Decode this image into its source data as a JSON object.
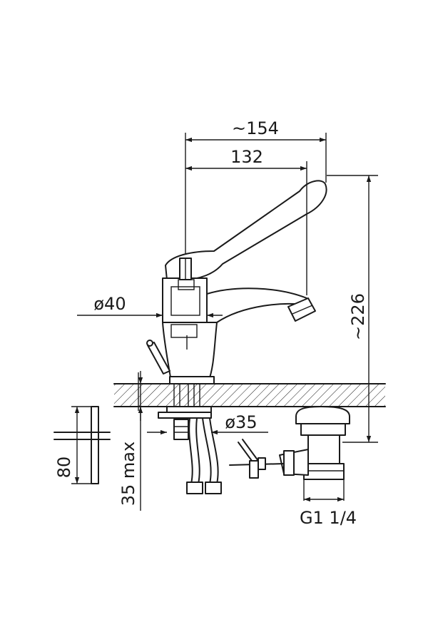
{
  "dimensions": {
    "overall_width": "~154",
    "spout_reach": "132",
    "overall_height": "~226",
    "body_diameter": "ø40",
    "hole_diameter": "ø35",
    "max_deck_thickness": "35 max",
    "waste_height": "80",
    "waste_thread": "G1 1/4"
  },
  "colors": {
    "line": "#1a1a1a",
    "background": "#ffffff"
  }
}
